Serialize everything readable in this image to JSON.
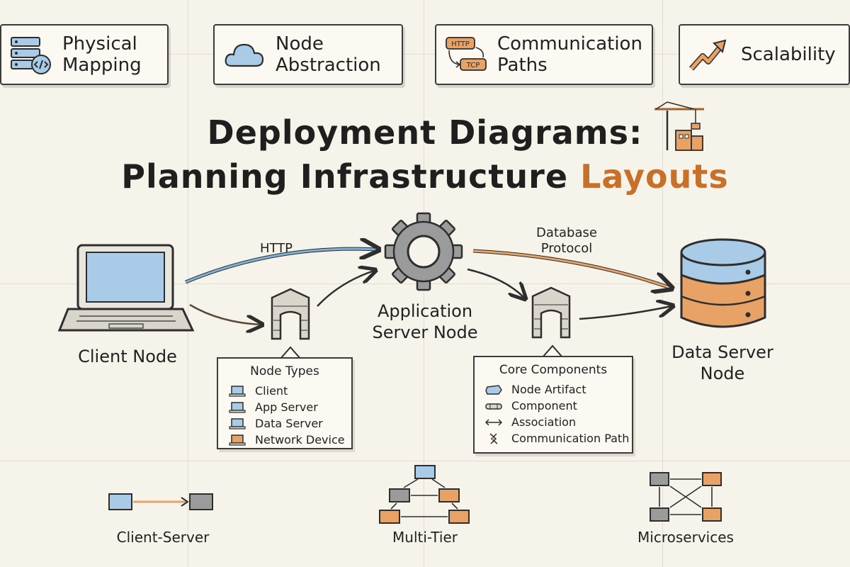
{
  "header": {
    "tiles": [
      {
        "label_line1": "Physical",
        "label_line2": "Mapping",
        "icon": "server-code-icon"
      },
      {
        "label_line1": "Node",
        "label_line2": "Abstraction",
        "icon": "cloud-icon"
      },
      {
        "label_line1": "Communication",
        "label_line2": "Paths",
        "icon": "http-tcp-icon",
        "icon_text_1": "HTTP",
        "icon_text_2": "TCP"
      },
      {
        "label_line1": "Scalability",
        "label_line2": "",
        "icon": "growth-arrow-icon"
      }
    ]
  },
  "title": {
    "line1": "Deployment Diagrams:",
    "line2_main": "Planning Infrastructure ",
    "line2_accent": "Layouts",
    "icon": "crane-construction-icon"
  },
  "diagram": {
    "nodes": {
      "client": {
        "label": "Client Node",
        "icon": "laptop-icon"
      },
      "app_server": {
        "label_line1": "Application",
        "label_line2": "Server Node",
        "icon": "gear-icon"
      },
      "data_server": {
        "label_line1": "Data Server",
        "label_line2": "Node",
        "icon": "database-icon"
      },
      "firewall_left": {
        "icon": "firewall-icon"
      },
      "firewall_right": {
        "icon": "firewall-icon"
      }
    },
    "edges": {
      "http": "HTTP",
      "db_protocol_line1": "Database",
      "db_protocol_line2": "Protocol"
    },
    "node_types": {
      "title": "Node Types",
      "items": [
        "Client",
        "App Server",
        "Data Server",
        "Network Device"
      ]
    },
    "core_components": {
      "title": "Core Components",
      "items": [
        {
          "label": "Node Artifact",
          "icon": "node-artifact-icon"
        },
        {
          "label": "Component",
          "icon": "component-icon"
        },
        {
          "label": "Association",
          "icon": "association-icon"
        },
        {
          "label": "Communication Path",
          "icon": "communication-path-icon"
        }
      ]
    }
  },
  "patterns": [
    {
      "label": "Client-Server"
    },
    {
      "label": "Multi-Tier"
    },
    {
      "label": "Microservices"
    }
  ],
  "colors": {
    "blue": "#a9cbe8",
    "orange": "#e8a265",
    "gray": "#9b9b9b",
    "ink": "#2e2e2e",
    "paper": "#f6f3ea"
  }
}
